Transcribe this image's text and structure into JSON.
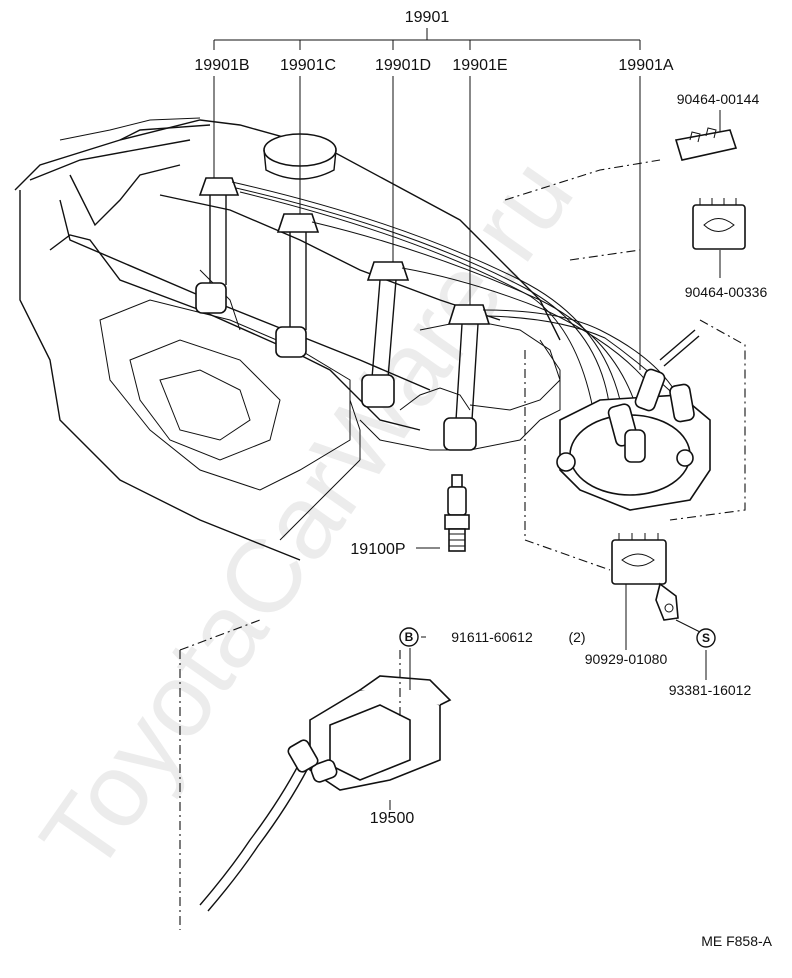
{
  "watermark": "ToyotaCarWare.ru",
  "labels": {
    "wire_set": "19901",
    "cord_b": "19901B",
    "cord_c": "19901C",
    "cord_d": "19901D",
    "cord_e": "19901E",
    "cord_a": "19901A",
    "clamp_top": "90464-00144",
    "clamp_mid": "90464-00336",
    "spark_plug": "19100P",
    "bolt": "91611-60612",
    "bolt_qty": "(2)",
    "clamp_bottom": "90929-01080",
    "screw": "93381-16012",
    "ignition_coil": "19500",
    "figure_code": "ME F858-A"
  },
  "marks": {
    "bolt_mark": "B",
    "screw_mark": "S"
  }
}
